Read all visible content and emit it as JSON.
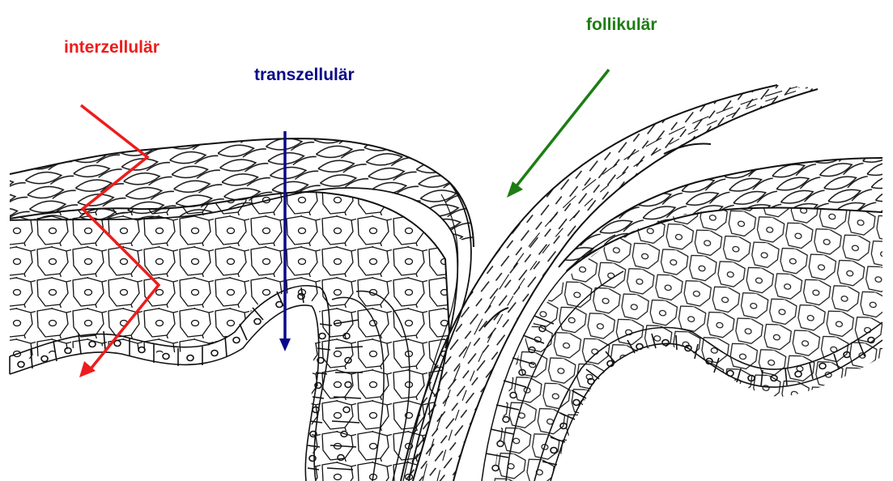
{
  "labels": {
    "intercellular": "interzellulär",
    "transcellular": "transzellulär",
    "follicular": "follikulär"
  },
  "colors": {
    "intercellular": "#ee1c1c",
    "transcellular": "#0a0a88",
    "follicular": "#1e7d14",
    "ink": "#111111",
    "background": "#ffffff"
  }
}
